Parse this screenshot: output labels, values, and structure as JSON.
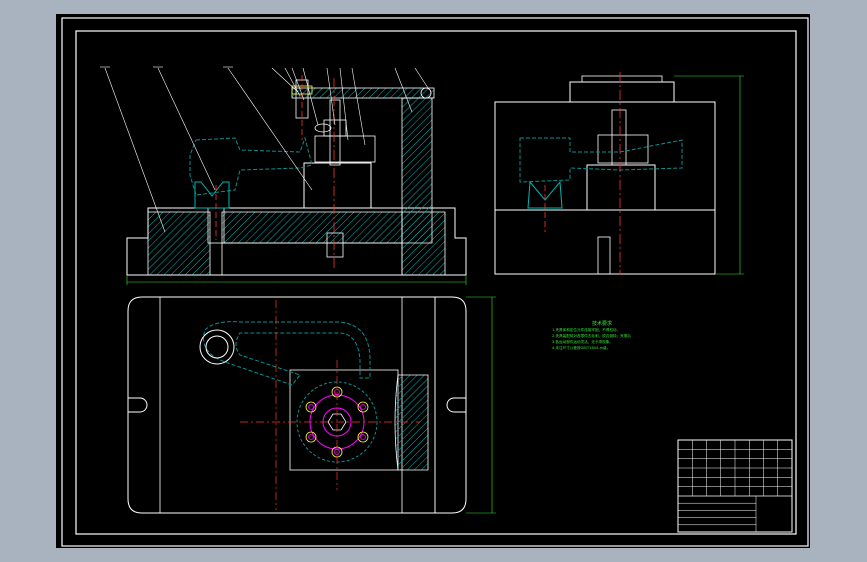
{
  "viewport": {
    "background": "#a9b3bf",
    "drawing_bg": "#000000"
  },
  "colors": {
    "frame": "#ffffff",
    "hatch": "#00b5b5",
    "cyan_dim": "#0a8f8f",
    "center": "#ff3030",
    "note_text": "#35e835",
    "dim": "#35e835",
    "magenta": "#ff00ff",
    "yellow": "#ffff40"
  },
  "drawing": {
    "title": "",
    "technical_notes": {
      "heading": "技术要求",
      "lines": [
        "1.夹具体和定位元件连接牢固，不得松动，",
        "2.夹具装配前对各零件去毛刺，锐边倒钝；夹紧后",
        "3.各运动部件运动灵活，无卡滞现象。",
        "4.未注尺寸公差按GB/T1804-m级。"
      ]
    },
    "title_block": {
      "rows": 6,
      "cols": 8
    }
  }
}
